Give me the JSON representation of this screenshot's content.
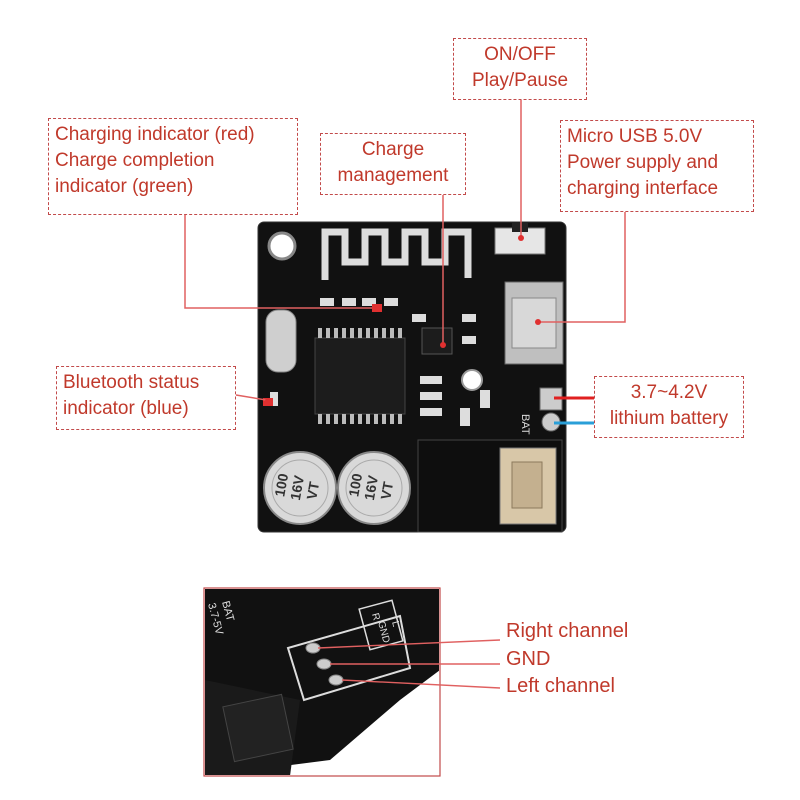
{
  "labels": {
    "onoff": {
      "line1": "ON/OFF",
      "line2": "Play/Pause"
    },
    "charging_indicator": {
      "line1": "Charging indicator (red)",
      "line2": "Charge completion",
      "line3": "indicator (green)"
    },
    "charge_management": {
      "line1": "Charge",
      "line2": "management"
    },
    "micro_usb": {
      "line1": "Micro USB 5.0V",
      "line2": "Power supply and",
      "line3": "charging interface"
    },
    "bluetooth_status": {
      "line1": "Bluetooth status",
      "line2": "indicator (blue)"
    },
    "battery": {
      "line1": "3.7~4.2V",
      "line2": "lithium battery"
    },
    "right_channel": "Right channel",
    "gnd": "GND",
    "left_channel": "Left channel"
  },
  "board_markings": {
    "bat": "BAT",
    "cap_value": "100",
    "cap_voltage": "16V",
    "cap_series": "VT",
    "bottom_bat": "BAT",
    "bottom_voltage": "3.7-5V",
    "pad_r": "R",
    "pad_gnd": "GND",
    "pad_l": "L"
  },
  "colors": {
    "label_text": "#c0392b",
    "dashed_border": "#c24a4a",
    "pcb": "#111111",
    "battery_positive": "#e02020",
    "battery_negative": "#2a9fd8"
  }
}
